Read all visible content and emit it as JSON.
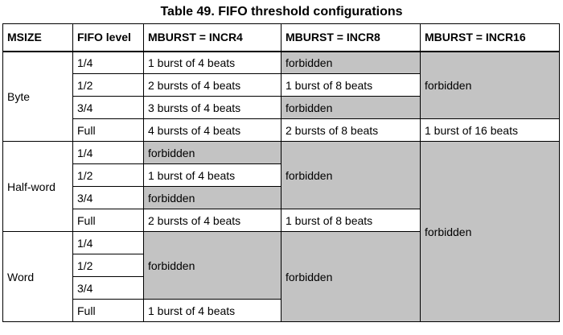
{
  "caption": "Table 49. FIFO threshold configurations",
  "headers": {
    "msize": "MSIZE",
    "fifo_level": "FIFO level",
    "incr4": "MBURST = INCR4",
    "incr8": "MBURST = INCR8",
    "incr16": "MBURST = INCR16"
  },
  "groups": {
    "byte": {
      "msize": "Byte",
      "rows": [
        {
          "level": "1/4",
          "incr4": "1 burst of 4 beats",
          "incr8": "forbidden"
        },
        {
          "level": "1/2",
          "incr4": "2 bursts of 4 beats",
          "incr8": "1 burst of 8 beats"
        },
        {
          "level": "3/4",
          "incr4": "3 bursts of 4 beats",
          "incr8": "forbidden"
        },
        {
          "level": "Full",
          "incr4": "4 bursts of 4 beats",
          "incr8": "2 bursts of 8 beats",
          "incr16": "1 burst of 16 beats"
        }
      ],
      "incr16_forbidden": "forbidden"
    },
    "halfword": {
      "msize": "Half-word",
      "rows": [
        {
          "level": "1/4",
          "incr4": "forbidden"
        },
        {
          "level": "1/2",
          "incr4": "1 burst of 4 beats"
        },
        {
          "level": "3/4",
          "incr4": "forbidden"
        },
        {
          "level": "Full",
          "incr4": "2 bursts of 4 beats",
          "incr8": "1 burst of 8 beats"
        }
      ],
      "incr8_forbidden": "forbidden"
    },
    "word": {
      "msize": "Word",
      "rows": [
        {
          "level": "1/4"
        },
        {
          "level": "1/2"
        },
        {
          "level": "3/4"
        },
        {
          "level": "Full",
          "incr4": "1 burst of 4 beats"
        }
      ],
      "incr4_forbidden": "forbidden",
      "incr8_forbidden": "forbidden"
    },
    "incr16_forbidden_bottom": "forbidden"
  },
  "colors": {
    "forbidden_fill": "#c3c3c3",
    "border": "#000000"
  }
}
